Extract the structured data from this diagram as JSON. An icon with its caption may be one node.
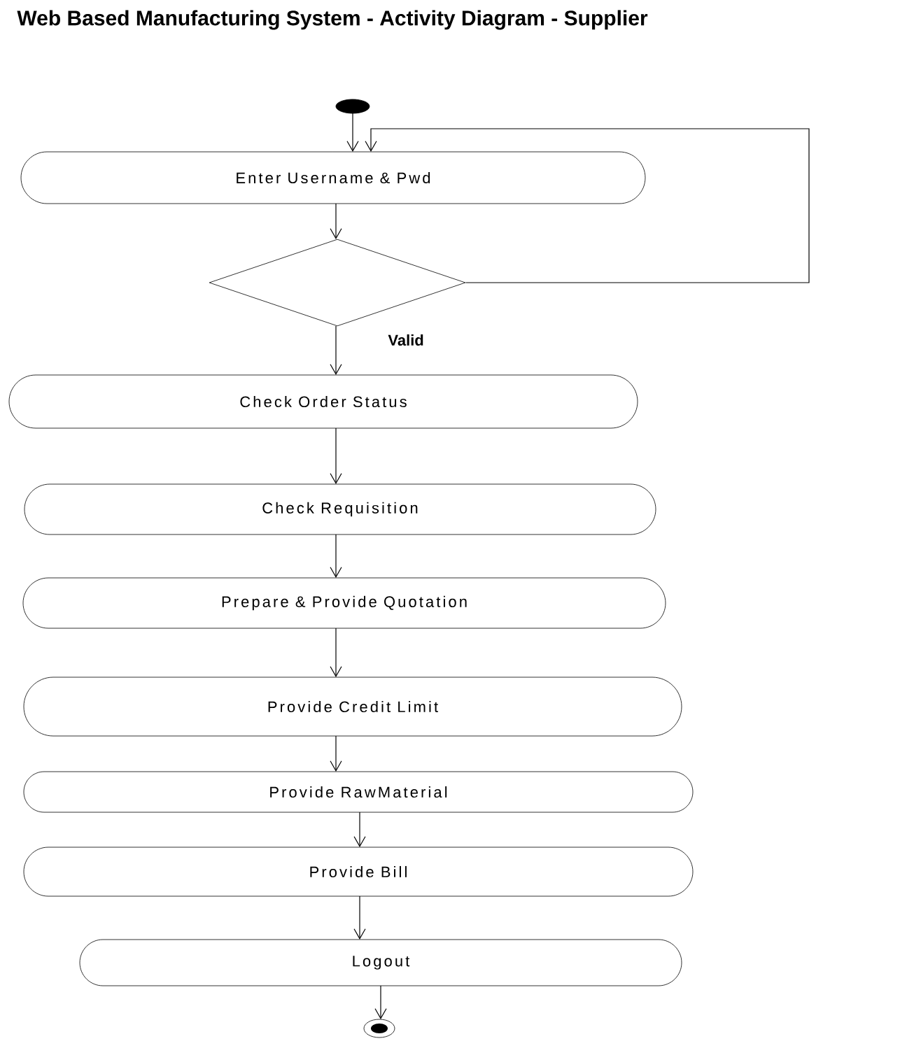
{
  "diagram": {
    "title": "Web Based Manufacturing System - Activity Diagram - Supplier",
    "nodes": [
      {
        "text": [],
        "shape": "circle"
      },
      {
        "text": [
          "Enter Username & Pwd"
        ]
      },
      {
        "text": [],
        "shape": "diamond"
      },
      {
        "text": [
          "Check Order Status"
        ]
      },
      {
        "text": [
          "Check Requisition"
        ]
      },
      {
        "text": [
          "Prepare & Provide Quotation"
        ]
      },
      {
        "text": [
          "Provide Credit Limit"
        ]
      },
      {
        "text": [
          "Provide RawMaterial"
        ]
      },
      {
        "text": [
          "Provide Bill"
        ]
      },
      {
        "text": [
          "Logout"
        ]
      },
      {
        "text": [],
        "shape": "bullseye"
      }
    ],
    "edges": [
      {
        "from": 0,
        "to": 1,
        "arrow": "to"
      },
      {
        "from": 1,
        "to": 2,
        "arrow": "to"
      },
      {
        "from": 2,
        "to": 1,
        "arrow": "to"
      },
      {
        "from": 2,
        "to": 3,
        "arrow": "to",
        "label": "Valid"
      },
      {
        "from": 3,
        "to": 4,
        "arrow": "to"
      },
      {
        "from": 4,
        "to": 5,
        "arrow": "to"
      },
      {
        "from": 5,
        "to": 6,
        "arrow": "to"
      },
      {
        "from": 6,
        "to": 7,
        "arrow": "to"
      },
      {
        "from": 7,
        "to": 8,
        "arrow": "to"
      },
      {
        "from": 8,
        "to": 9,
        "arrow": "to"
      },
      {
        "from": 9,
        "to": 10,
        "arrow": "to"
      }
    ]
  }
}
